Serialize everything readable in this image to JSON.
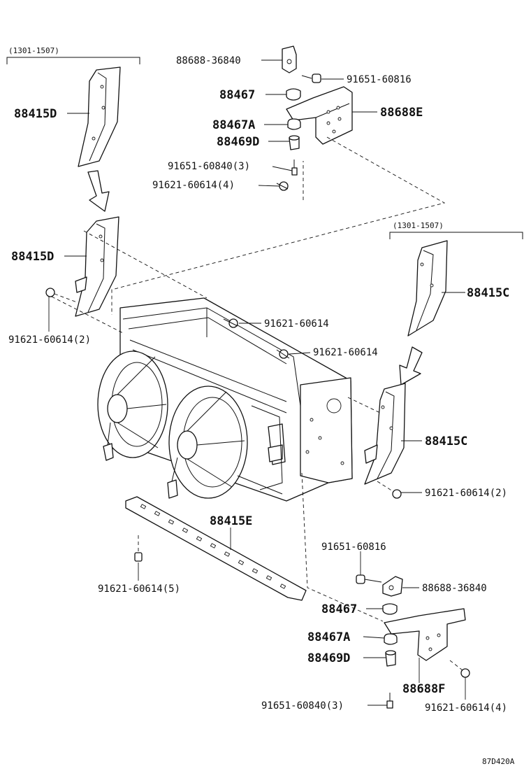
{
  "ranges": {
    "left": "(1301-1507)",
    "right": "(1301-1507)"
  },
  "labels": {
    "p88688_36840_top": "88688-36840",
    "p91651_60816_top": "91651-60816",
    "p88467_top": "88467",
    "p88688E": "88688E",
    "p88467A_top": "88467A",
    "p88469D_top": "88469D",
    "p91651_60840_top": "91651-60840(3)",
    "p91621_60614_4_top": "91621-60614(4)",
    "p88415D_upper": "88415D",
    "p88415D_lower": "88415D",
    "p91621_60614_2_left": "91621-60614(2)",
    "p91621_60614_mid1": "91621-60614",
    "p91621_60614_mid2": "91621-60614",
    "p88415C_upper": "88415C",
    "p88415C_lower": "88415C",
    "p91621_60614_2_right": "91621-60614(2)",
    "p88415E": "88415E",
    "p91621_60614_5": "91621-60614(5)",
    "p91651_60816_bot": "91651-60816",
    "p88688_36840_bot": "88688-36840",
    "p88467_bot": "88467",
    "p88467A_bot": "88467A",
    "p88469D_bot": "88469D",
    "p88688F": "88688F",
    "p91651_60840_bot": "91651-60840(3)",
    "p91621_60614_4_bot": "91621-60614(4)"
  },
  "figure_code": "87D420A"
}
